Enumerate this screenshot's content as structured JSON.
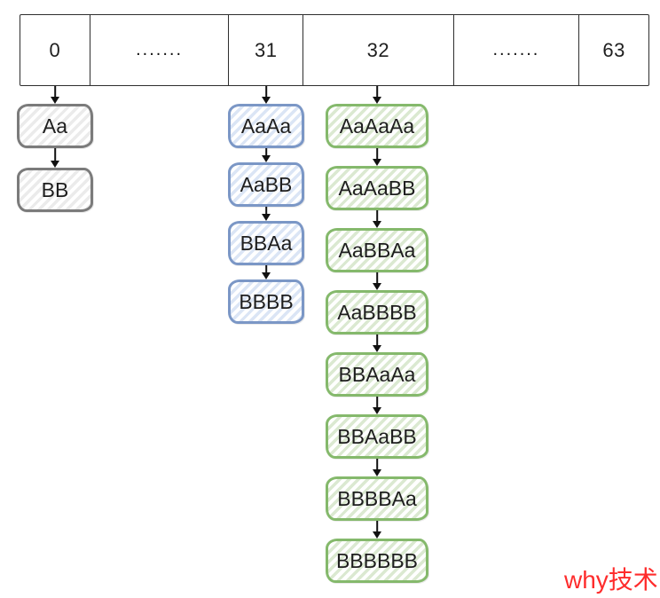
{
  "table": {
    "cells": [
      {
        "label": "0"
      },
      {
        "label": "......."
      },
      {
        "label": "31"
      },
      {
        "label": "32"
      },
      {
        "label": "......."
      },
      {
        "label": "63"
      }
    ]
  },
  "chains": [
    {
      "bucket": "0",
      "stroke": "#7b7b7b",
      "fill": "#ebebeb",
      "nodes": [
        "Aa",
        "BB"
      ]
    },
    {
      "bucket": "31",
      "stroke": "#7b97c6",
      "fill": "#dbe5f5",
      "nodes": [
        "AaAa",
        "AaBB",
        "BBAa",
        "BBBB"
      ]
    },
    {
      "bucket": "32",
      "stroke": "#85b96c",
      "fill": "#dbe9d1",
      "nodes": [
        "AaAaAa",
        "AaAaBB",
        "AaBBAa",
        "AaBBBB",
        "BBAaAa",
        "BBAaBB",
        "BBBBAa",
        "BBBBBB"
      ]
    }
  ],
  "watermark": {
    "text": "why技术",
    "color": "#fe2c2c"
  },
  "colors": {
    "table_border": "#2e2e2e",
    "arrow": "#111111",
    "text": "#1e1e1e"
  }
}
